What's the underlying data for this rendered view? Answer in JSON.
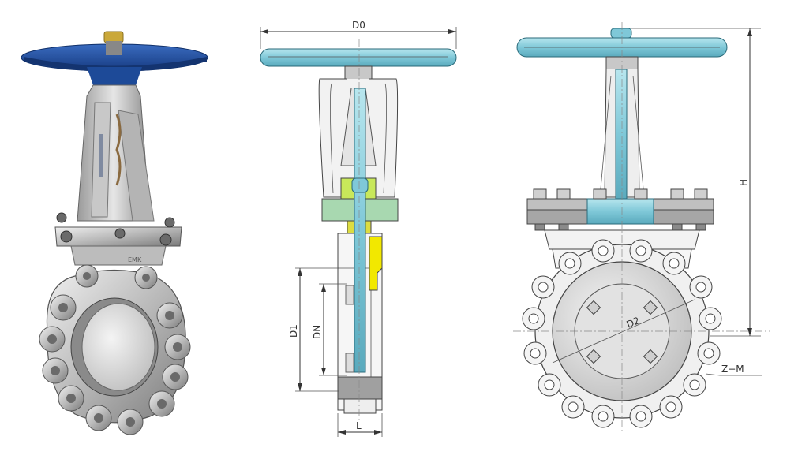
{
  "labels": {
    "d0": "D0",
    "h": "H",
    "d1": "D1",
    "dn": "DN",
    "l": "L",
    "d2": "D2",
    "zm": "Z−M"
  },
  "photo_logo": "EMK",
  "colors": {
    "handwheel_blue": "#1f4e9c",
    "stem_cyan": "#7fc8d8",
    "packing_green": "#a8d8b0",
    "gland_yellow": "#e8e040",
    "gate_yellow": "#f2e800",
    "steel_light": "#d8d8d8",
    "steel_dark": "#9a9a9a"
  }
}
